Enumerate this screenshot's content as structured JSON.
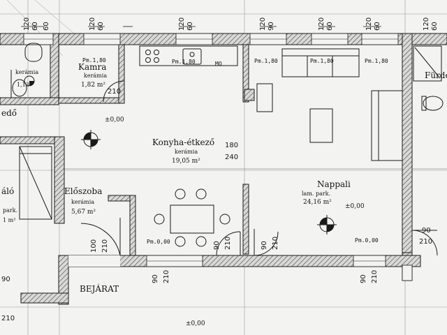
{
  "rooms": {
    "kamra": {
      "name": "Kamra",
      "floor": "kerámia",
      "area": "1,82 m²"
    },
    "konyha": {
      "name": "Konyha-étkező",
      "floor": "kerámia",
      "area": "19,05 m²"
    },
    "eloszoba": {
      "name": "Előszoba",
      "floor": "kerámia",
      "area": "5,67 m²"
    },
    "nappali": {
      "name": "Nappali",
      "floor": "lam. park.",
      "area": "24,16 m²"
    },
    "furdo": {
      "name": "Fürdő"
    },
    "left_upper": {
      "name": "kerámia",
      "area": "1,13"
    },
    "left_hall": {
      "name": "edő"
    },
    "left_room": {
      "name": "áló",
      "floor": "park.",
      "area": "1 m²"
    }
  },
  "entrance": "BEJÁRAT",
  "levels": {
    "konyha": "±0,00",
    "nappali": "±0,00",
    "outside": "±0,00"
  },
  "pm_labels": {
    "kamra": "Pm.1,80",
    "kitchen_sink": "Pm.1,80",
    "kitchen_mo": "MO",
    "living_1": "Pm.1,80",
    "living_2": "Pm.1,80",
    "living_3": "Pm.1,80",
    "dining": "Pm.0,00",
    "living_door": "Pm.0,00"
  },
  "dims": {
    "top": [
      "120",
      "60",
      "60",
      "120",
      "60",
      "120",
      "60",
      "120",
      "90",
      "120",
      "60",
      "120",
      "60",
      "120",
      "60"
    ],
    "kamra_door": "210",
    "counter": [
      "180",
      "240"
    ],
    "bejarat_door": [
      "100",
      "210"
    ],
    "eloszoba_door": [
      "90",
      "210"
    ],
    "nappali_door": [
      "90",
      "210"
    ],
    "bottom_windows": [
      "90",
      "210",
      "90",
      "210"
    ],
    "right_door": [
      "90",
      "210"
    ],
    "left_edge": [
      "90",
      "210"
    ]
  }
}
